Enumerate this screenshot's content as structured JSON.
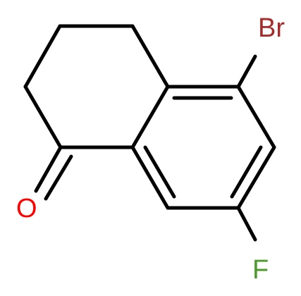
{
  "colors": {
    "background": "#ffffff",
    "bond": "#000000",
    "bromine": "#a52a2a",
    "fluorine": "#4c9a2a",
    "oxygen": "#ff0000"
  },
  "atoms": {
    "bromine": "Br",
    "fluorine": "F",
    "oxygen": "O"
  }
}
